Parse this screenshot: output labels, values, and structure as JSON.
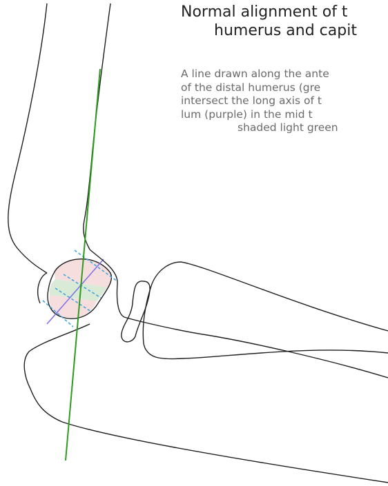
{
  "title": {
    "line1": "Normal alignment of t",
    "line2": "humerus and capit"
  },
  "description": {
    "lines": [
      "A line drawn along the ante",
      "of the distal humerus (gre",
      "intersect the long axis of t",
      "lum (purple) in the mid t",
      "shaded light green"
    ]
  },
  "colors": {
    "anterior_humeral_line": "#2e9b1f",
    "capitellum_axis": "#7a6ee8",
    "thirds_lines": "#3ea3e0",
    "middle_third_fill": "#d9ead6",
    "outer_third_fill": "#f6dede",
    "bone_outline": "#1e1e1e"
  }
}
